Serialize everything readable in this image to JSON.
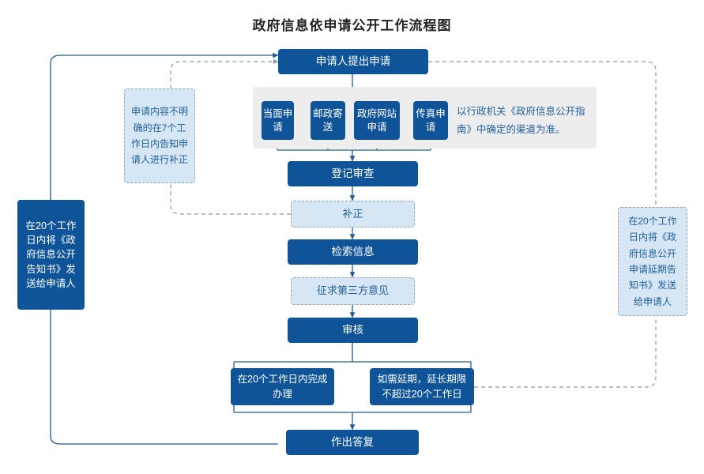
{
  "page": {
    "title": "政府信息依申请公开工作流程图",
    "colors": {
      "solid_fill": "#0F5499",
      "dashed_fill": "#D6E6F4",
      "dashed_border": "#9aa6ae",
      "gray_band": "#EDEDED",
      "accent_text": "#21619E",
      "line": "#1F5C9E",
      "title_text": "#222222"
    }
  },
  "flow": {
    "start": {
      "label": "申请人提出申请"
    },
    "channels_band": {
      "items": [
        {
          "label": "当面申请"
        },
        {
          "label": "邮政寄送"
        },
        {
          "label": "政府网站申请"
        },
        {
          "label": "传真申请"
        }
      ],
      "note": "以行政机关《政府信息公开指南》中确定的渠道为准。"
    },
    "steps": [
      {
        "id": "register",
        "label": "登记审查",
        "style": "solid"
      },
      {
        "id": "supplement",
        "label": "补正",
        "style": "dashed"
      },
      {
        "id": "retrieve",
        "label": "检索信息",
        "style": "solid"
      },
      {
        "id": "thirdparty",
        "label": "征求第三方意见",
        "style": "dashed"
      },
      {
        "id": "review",
        "label": "审核",
        "style": "solid"
      }
    ],
    "branches": [
      {
        "id": "on-time",
        "label": "在20个工作日内完成办理"
      },
      {
        "id": "extend",
        "label": "如需延期，延长期限不超过20个工作日"
      }
    ],
    "end": {
      "label": "作出答复"
    }
  },
  "annotations": {
    "left_note": "申请内容不明确的在7个工作日内告知申请人进行补正",
    "left_box": "在20个工作日内将《政府信息公开告知书》发送给申请人",
    "right_box": "在20个工作日内将《政府信息公开申请延期告知书》发送给申请人"
  }
}
